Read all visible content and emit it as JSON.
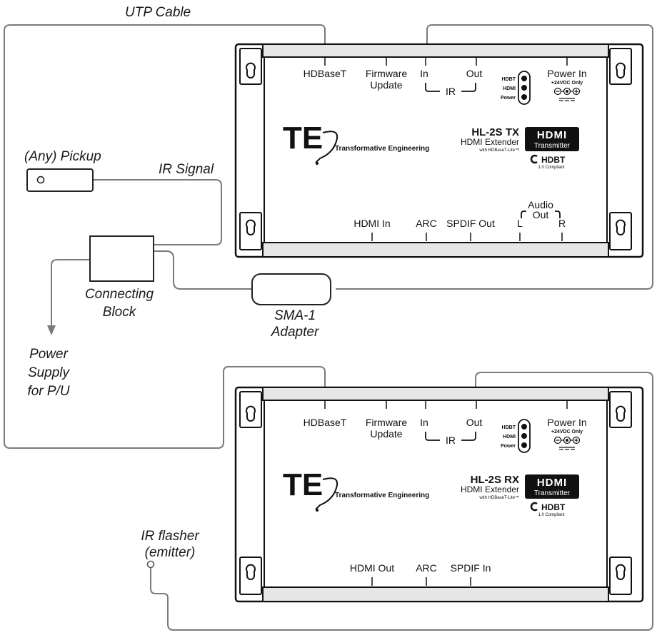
{
  "labels": {
    "utp_cable": "UTP Cable",
    "pickup": "(Any) Pickup",
    "ir_signal": "IR Signal",
    "connecting_block_1": "Connecting",
    "connecting_block_2": "Block",
    "sma_1": "SMA-1",
    "sma_2": "Adapter",
    "power_supply_1": "Power",
    "power_supply_2": "Supply",
    "power_supply_3": "for P/U",
    "ir_flasher_1": "IR flasher",
    "ir_flasher_2": "(emitter)"
  },
  "tx": {
    "ports_top": {
      "hdbaset": "HDBaseT",
      "firmware_1": "Firmware",
      "firmware_2": "Update",
      "ir_in": "In",
      "ir_out": "Out",
      "ir": "IR",
      "power_in": "Power In",
      "power_spec": "+24VDC Only"
    },
    "leds": {
      "hdbt": "HDBT",
      "hdmi": "HDMI",
      "power": "Power"
    },
    "logo": "TE",
    "brand": "Transformative Engineering",
    "model": "HL-2S TX",
    "product": "HDMI Extender",
    "sub": "with HDBaseT-Lite™",
    "hdmi_badge": "HDMI",
    "hdmi_badge_sub": "Transmitter",
    "hdbt_logo": "HDBT",
    "hdbt_compliant": "1.0 Compliant",
    "ports_bottom": {
      "hdmi": "HDMI In",
      "arc": "ARC",
      "spdif": "SPDIF Out",
      "audio_1": "Audio",
      "audio_2": "Out",
      "l": "L",
      "r": "R"
    }
  },
  "rx": {
    "ports_top": {
      "hdbaset": "HDBaseT",
      "firmware_1": "Firmware",
      "firmware_2": "Update",
      "ir_in": "In",
      "ir_out": "Out",
      "ir": "IR",
      "power_in": "Power In",
      "power_spec": "+24VDC Only"
    },
    "leds": {
      "hdbt": "HDBT",
      "hdmi": "HDMI",
      "power": "Power"
    },
    "logo": "TE",
    "brand": "Transformative Engineering",
    "model": "HL-2S RX",
    "product": "HDMI Extender",
    "sub": "with HDBaseT-Lite™",
    "hdmi_badge": "HDMI",
    "hdmi_badge_sub": "Transmitter",
    "hdbt_logo": "HDBT",
    "hdbt_compliant": "1.0 Compliant",
    "ports_bottom": {
      "hdmi": "HDMI Out",
      "arc": "ARC",
      "spdif": "SPDIF In"
    }
  }
}
